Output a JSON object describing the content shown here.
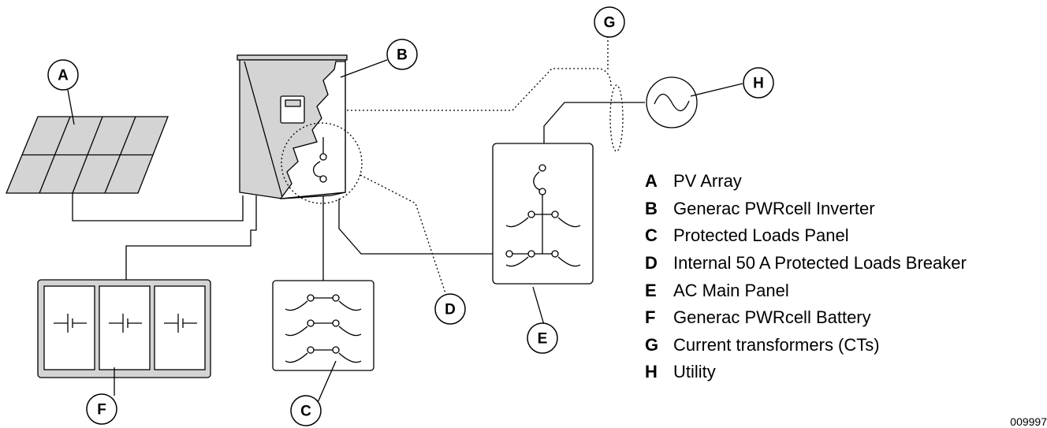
{
  "callouts": {
    "a": "A",
    "b": "B",
    "c": "C",
    "d": "D",
    "e": "E",
    "f": "F",
    "g": "G",
    "h": "H"
  },
  "legend": [
    {
      "key": "A",
      "text": "PV Array"
    },
    {
      "key": "B",
      "text": "Generac PWRcell Inverter"
    },
    {
      "key": "C",
      "text": "Protected Loads Panel"
    },
    {
      "key": "D",
      "text": "Internal 50 A Protected Loads Breaker"
    },
    {
      "key": "E",
      "text": "AC Main Panel"
    },
    {
      "key": "F",
      "text": "Generac PWRcell Battery"
    },
    {
      "key": "G",
      "text": "Current transformers (CTs)"
    },
    {
      "key": "H",
      "text": "Utility"
    }
  ],
  "doc_number": "009997",
  "colors": {
    "fill_gray": "#d4d4d4",
    "stroke": "#000000",
    "background": "#ffffff"
  }
}
